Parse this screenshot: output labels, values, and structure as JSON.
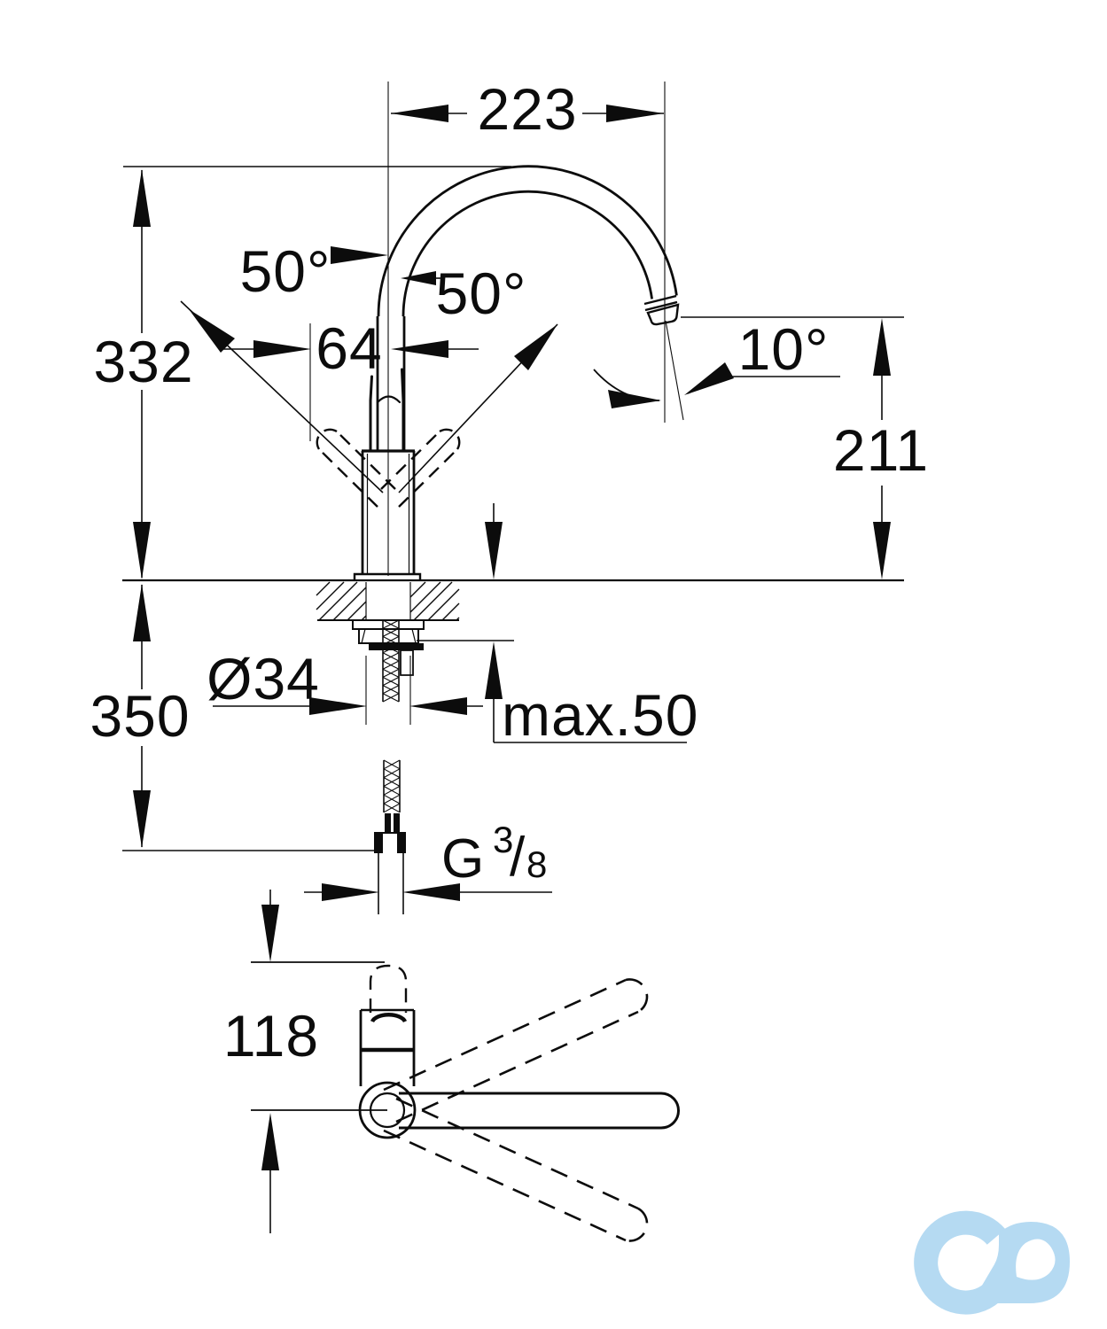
{
  "drawing": {
    "type": "technical-dimension-drawing",
    "subject": "single-lever kitchen sink mixer faucet, front elevation and plan view",
    "units": "mm"
  },
  "dimensions": {
    "spout_reach": "223",
    "swivel_left": "50°",
    "swivel_right": "50°",
    "handle_offset": "64",
    "outlet_tilt": "10°",
    "overall_height": "332",
    "outlet_height": "211",
    "mounting_hole": "Ø34",
    "hose_drop": "350",
    "deck_thickness": "max.50",
    "plan_depth": "118",
    "thread": {
      "prefix": "G",
      "numerator": "3",
      "slash": "/",
      "denominator": "8"
    }
  },
  "colors": {
    "ink": "#0c0c0c",
    "background": "#ffffff",
    "logo_blue": "#b5daf2"
  },
  "logo": {
    "name": "co-monogram"
  }
}
